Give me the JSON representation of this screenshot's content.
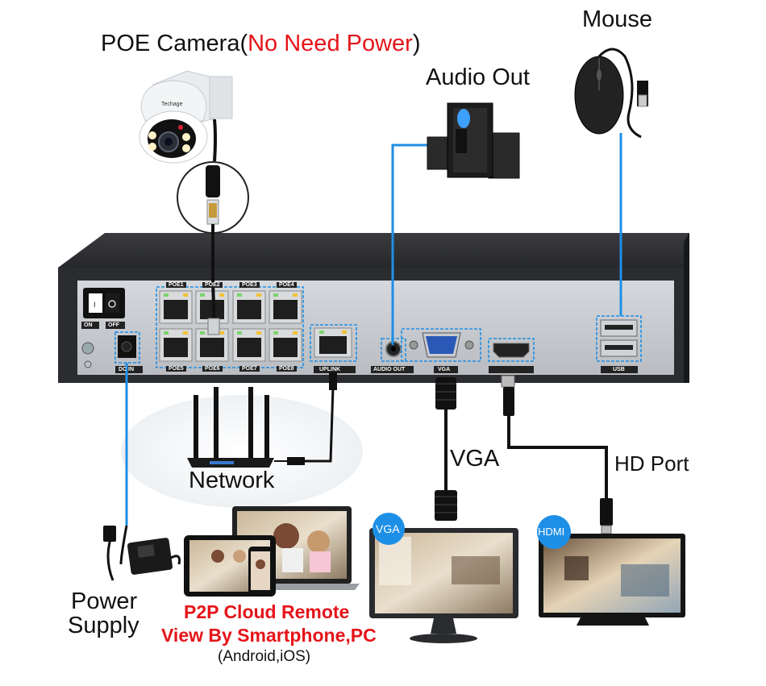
{
  "labels": {
    "poe_camera": "POE Camera(",
    "no_need_power": "No Need Power",
    "poe_camera_close": ")",
    "audio_out": "Audio Out",
    "mouse": "Mouse",
    "network": "Network",
    "vga": "VGA",
    "hd_port": "HD Port",
    "power": "Power",
    "supply": "Supply",
    "p2p_line1": "P2P Cloud Remote",
    "p2p_line2": "View By Smartphone,PC",
    "p2p_line3": "(Android,iOS)"
  },
  "panel": {
    "on": "ON",
    "off": "OFF",
    "dcin": "DC IN",
    "poe_top": [
      "POE1",
      "POE2",
      "POE3",
      "POE4"
    ],
    "poe_bottom": [
      "POE5",
      "POE6",
      "POE7",
      "POE8"
    ],
    "uplink": "UPLINK",
    "audio_out": "AUDIO OUT",
    "vga": "VGA",
    "usb": "USB"
  },
  "badges": {
    "vga": "VGA",
    "hdmi": "HDMI"
  },
  "camera_brand": "Techage",
  "colors": {
    "highlight": "#1e8fe6",
    "red_text": "#e5141a",
    "nvr_body": "#2a2b2e",
    "panel": "#c9ccd1"
  }
}
